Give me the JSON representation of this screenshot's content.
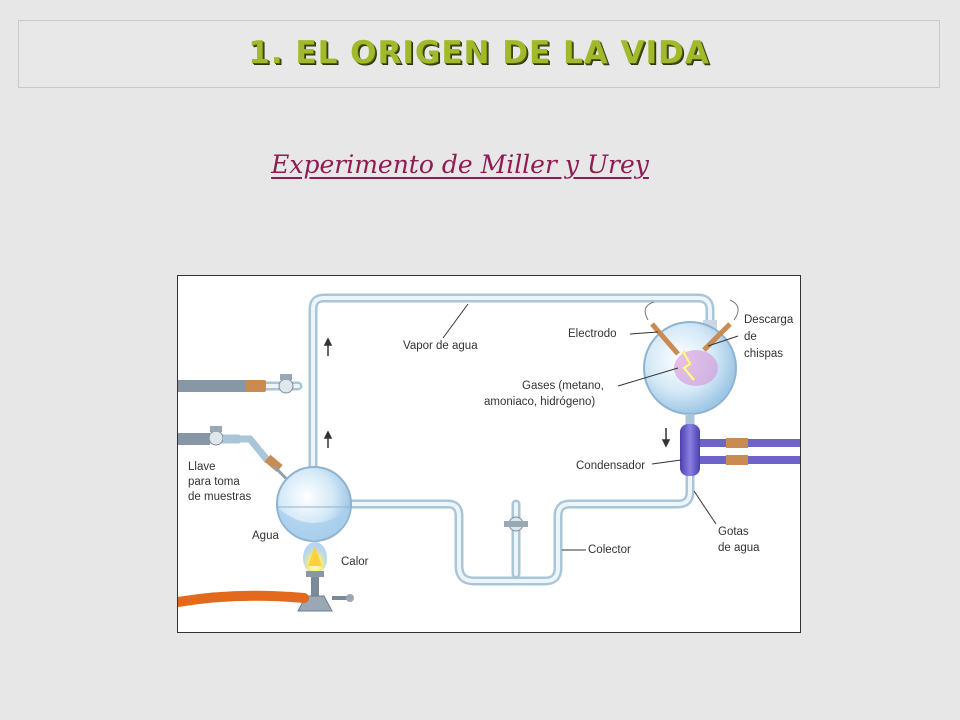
{
  "header": {
    "title": "1. EL ORIGEN DE LA VIDA"
  },
  "subtitle": "Experimento de Miller y Urey",
  "diagram": {
    "labels": {
      "vapor": "Vapor de agua",
      "electrodo": "Electrodo",
      "descarga_1": "Descarga",
      "descarga_2": "de",
      "descarga_3": "chispas",
      "gases_1": "Gases (metano,",
      "gases_2": "amoniaco, hidrógeno)",
      "condensador": "Condensador",
      "llave_1": "Llave",
      "llave_2": "para toma",
      "llave_3": "de muestras",
      "agua": "Agua",
      "calor": "Calor",
      "colector": "Colector",
      "gotas_1": "Gotas",
      "gotas_2": "de agua"
    }
  }
}
